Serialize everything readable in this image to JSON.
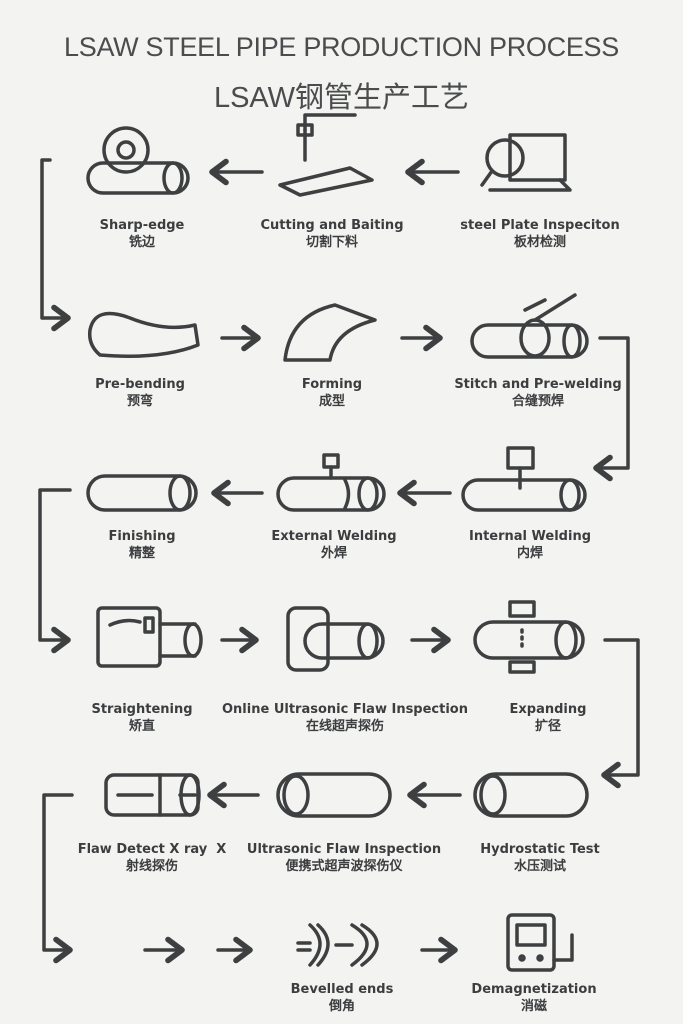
{
  "title_en": "LSAW STEEL PIPE PRODUCTION PROCESS",
  "title_zh": "LSAW钢管生产工艺",
  "steps": [
    {
      "en": "Sharp-edge",
      "zh": "铣边"
    },
    {
      "en": "Cutting and Baiting",
      "zh": "切割下料"
    },
    {
      "en": "steel Plate Inspeciton",
      "zh": "板材检测"
    },
    {
      "en": "Pre-bending",
      "zh": "预弯"
    },
    {
      "en": "Forming",
      "zh": "成型"
    },
    {
      "en": "Stitch and Pre-welding",
      "zh": "合缝预焊"
    },
    {
      "en": "Finishing",
      "zh": "精整"
    },
    {
      "en": "External Welding",
      "zh": "外焊"
    },
    {
      "en": "Internal Welding",
      "zh": "内焊"
    },
    {
      "en": "Straightening",
      "zh": "矫直"
    },
    {
      "en": "Online Ultrasonic Flaw Inspection",
      "zh": "在线超声探伤"
    },
    {
      "en": "Expanding",
      "zh": "扩径"
    },
    {
      "en": "Flaw Detect X ray  X",
      "zh": "射线探伤"
    },
    {
      "en": "Ultrasonic Flaw Inspection",
      "zh": "便携式超声波探伤仪"
    },
    {
      "en": "Hydrostatic Test",
      "zh": "水压测试"
    },
    {
      "en": "Bevelled ends",
      "zh": "倒角"
    },
    {
      "en": "Demagnetization",
      "zh": "消磁"
    }
  ],
  "colors": {
    "stroke": "#3d3f41",
    "bg": "#f3f3f1"
  }
}
